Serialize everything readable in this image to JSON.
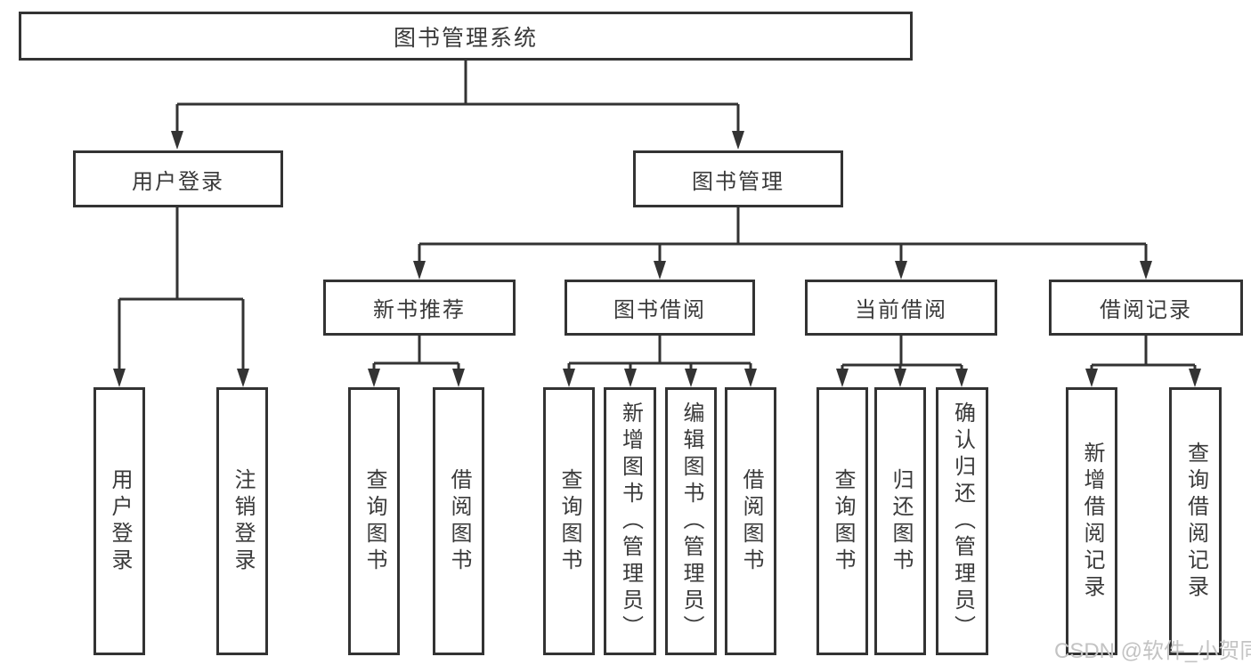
{
  "diagram": {
    "type": "hierarchy",
    "root": {
      "label": "图书管理系统"
    },
    "children": [
      {
        "label": "用户登录",
        "children": [
          {
            "label": "用户登录"
          },
          {
            "label": "注销登录"
          }
        ]
      },
      {
        "label": "图书管理",
        "children": [
          {
            "label": "新书推荐",
            "children": [
              {
                "label": "查询图书"
              },
              {
                "label": "借阅图书"
              }
            ]
          },
          {
            "label": "图书借阅",
            "children": [
              {
                "label": "查询图书"
              },
              {
                "label": "新增图书（管理员）"
              },
              {
                "label": "编辑图书（管理员）"
              },
              {
                "label": "借阅图书"
              }
            ]
          },
          {
            "label": "当前借阅",
            "children": [
              {
                "label": "查询图书"
              },
              {
                "label": "归还图书"
              },
              {
                "label": "确认归还（管理员）"
              }
            ]
          },
          {
            "label": "借阅记录",
            "children": [
              {
                "label": "新增借阅记录"
              },
              {
                "label": "查询借阅记录"
              }
            ]
          }
        ]
      }
    ]
  },
  "watermark": {
    "text": "CSDN @软件_小贺同学"
  },
  "colors": {
    "line": "#333333",
    "box_border": "#333333",
    "text": "#3a3a3a",
    "watermark": "#c3c3c3",
    "background": "#ffffff"
  }
}
